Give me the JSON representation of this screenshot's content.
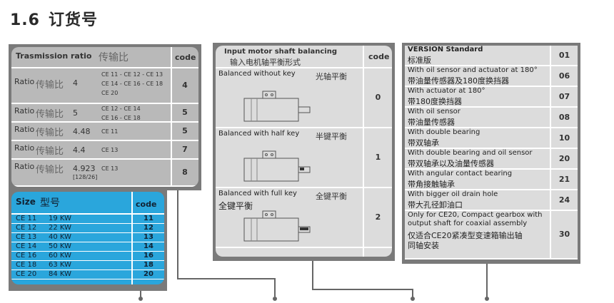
{
  "heading": {
    "number": "1.6",
    "title": "订货号"
  },
  "transmission": {
    "title_en": "Trasmission ratio",
    "title_cn": "传输比",
    "code_label": "code",
    "rows": [
      {
        "label": "Ratio",
        "label_cn": "传输比",
        "value": "4",
        "sub": "",
        "ce": [
          "CE 11 - CE 12 - CE 13",
          "CE 14 - CE 16 - CE 18",
          "CE 20"
        ],
        "code": "4"
      },
      {
        "label": "Ratio",
        "label_cn": "传输比",
        "value": "5",
        "sub": "",
        "ce": [
          "CE 12 - CE 14",
          "CE 16 - CE 18"
        ],
        "code": "5"
      },
      {
        "label": "Ratio",
        "label_cn": "传输比",
        "value": "4.48",
        "sub": "",
        "ce": [
          "CE 11"
        ],
        "code": "5"
      },
      {
        "label": "Ratio",
        "label_cn": "传输比",
        "value": "4.4",
        "sub": "",
        "ce": [
          "CE 13"
        ],
        "code": "7"
      },
      {
        "label": "Ratio",
        "label_cn": "传输比",
        "value": "4.923",
        "sub": "[128/26]",
        "ce": [
          "CE 13"
        ],
        "code": "8"
      }
    ]
  },
  "size": {
    "title_en": "Size",
    "title_cn": "型号",
    "code_label": "code",
    "rows": [
      {
        "model": "CE 11",
        "power": "19 KW",
        "code": "11"
      },
      {
        "model": "CE 12",
        "power": "22 KW",
        "code": "12"
      },
      {
        "model": "CE 13",
        "power": "40 KW",
        "code": "13"
      },
      {
        "model": "CE 14",
        "power": "50 KW",
        "code": "14"
      },
      {
        "model": "CE 16",
        "power": "60 KW",
        "code": "16"
      },
      {
        "model": "CE 18",
        "power": "63 KW",
        "code": "18"
      },
      {
        "model": "CE 20",
        "power": "84 KW",
        "code": "20"
      }
    ]
  },
  "balancing": {
    "title_en": "Input motor shaft balancing",
    "title_cn": "输入电机轴平衡形式",
    "code_label": "code",
    "rows": [
      {
        "en": "Balanced without key",
        "cn": "光轴平衡",
        "cn2": "",
        "code": "0"
      },
      {
        "en": "Balanced with half key",
        "cn": "半键平衡",
        "cn2": "",
        "code": "1"
      },
      {
        "en": "Balanced with full key",
        "cn": "全键平衡",
        "cn2": "全键平衡",
        "code": "2"
      }
    ]
  },
  "version": {
    "rows": [
      {
        "en": "VERSION  Standard",
        "cn": [
          "标准版"
        ],
        "code": "01"
      },
      {
        "en": "With oil sensor and actuator at 180°",
        "cn": [
          "带油量传感器及180度换挡器"
        ],
        "code": "06"
      },
      {
        "en": "With actuator at 180°",
        "cn": [
          "带180度换挡器"
        ],
        "code": "07"
      },
      {
        "en": "With oil sensor",
        "cn": [
          "带油量传感器"
        ],
        "code": "08"
      },
      {
        "en": "With double bearing",
        "cn": [
          "带双轴承"
        ],
        "code": "10"
      },
      {
        "en": "With double bearing and oil sensor",
        "cn": [
          "带双轴承以及油量传感器"
        ],
        "code": "20"
      },
      {
        "en": "With angular contact bearing",
        "cn": [
          "带角接触轴承"
        ],
        "code": "21"
      },
      {
        "en": "With bigger oil drain hole",
        "cn": [
          "带大孔径卸油口"
        ],
        "code": "24"
      },
      {
        "en": "Only for CE20, Compact gearbox with output shaft for coaxial assembly",
        "cn": [
          "仅适合CE20紧凑型变速箱输出轴",
          "同轴安装"
        ],
        "code": "30"
      }
    ]
  }
}
